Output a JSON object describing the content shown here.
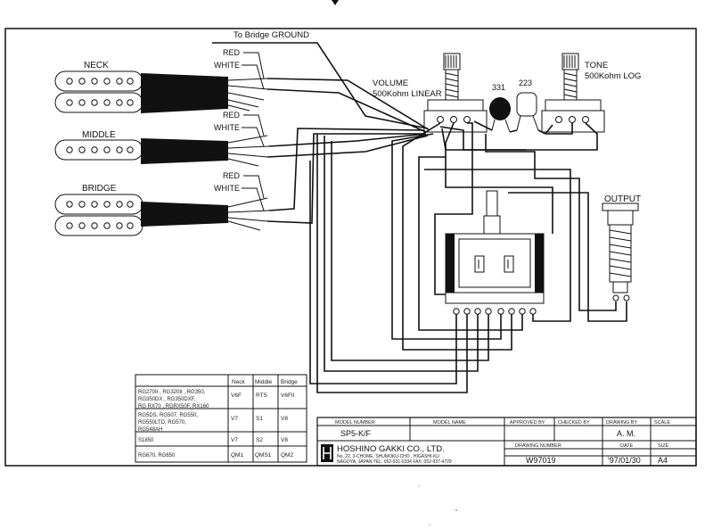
{
  "labels": {
    "bridge_ground": "To Bridge GROUND",
    "neck": "NECK",
    "middle": "MIDDLE",
    "bridge": "BRIDGE",
    "red": "RED",
    "white": "WHITE",
    "volume_title": "VOLUME",
    "volume_spec": "500Kohm LINEAR",
    "tone_title": "TONE",
    "tone_spec": "500Kohm LOG",
    "cap_331": "331",
    "cap_223": "223",
    "output": "OUTPUT"
  },
  "pickup_table": {
    "headers": [
      "",
      "Neck",
      "Middle",
      "Bridge"
    ],
    "rows": [
      {
        "models": [
          "RG270II , RG320II , RG350,",
          "RG350DX , RG350DXF,",
          "RG RX70 , RGRX50F, RX160"
        ],
        "neck": "V6F",
        "middle": "RTS",
        "bridge": "V6FII"
      },
      {
        "models": [
          "RG5DS, RG507, RG550,",
          "RG550LTD, RG570,",
          "RG548AH"
        ],
        "neck": "V7",
        "middle": "S1",
        "bridge": "V8"
      },
      {
        "models": [
          "S1850"
        ],
        "neck": "V7",
        "middle": "S2",
        "bridge": "V8"
      },
      {
        "models": [
          "RG670, RG650"
        ],
        "neck": "QM1",
        "middle": "QMS1",
        "bridge": "QM2"
      }
    ]
  },
  "title_block": {
    "h_model_number": "MODEL NUMBER",
    "h_model_name": "MODEL NAME",
    "h_approved": "APPROVED BY",
    "h_checked": "CHECKED BY",
    "h_drawing_by": "DRAWING BY",
    "h_scale": "SCALE",
    "model_number": "SP5-K/F",
    "drawing_by": "A. M.",
    "company": "HOSHINO GAKKI CO., LTD.",
    "address1": "No. 22, 3-CHOME, SHUMOKU-CHO , HIGASHI-KU",
    "address2": "NAGOYA, JAPAN   TEL: 052-931-0334  FAX: 052-937-4729",
    "h_drawing_number": "DRAWING NUMBER",
    "h_date": "DATE",
    "h_size": "SIZE",
    "drawing_number": "W97019",
    "date": "'97/01/30",
    "size": "A4"
  }
}
